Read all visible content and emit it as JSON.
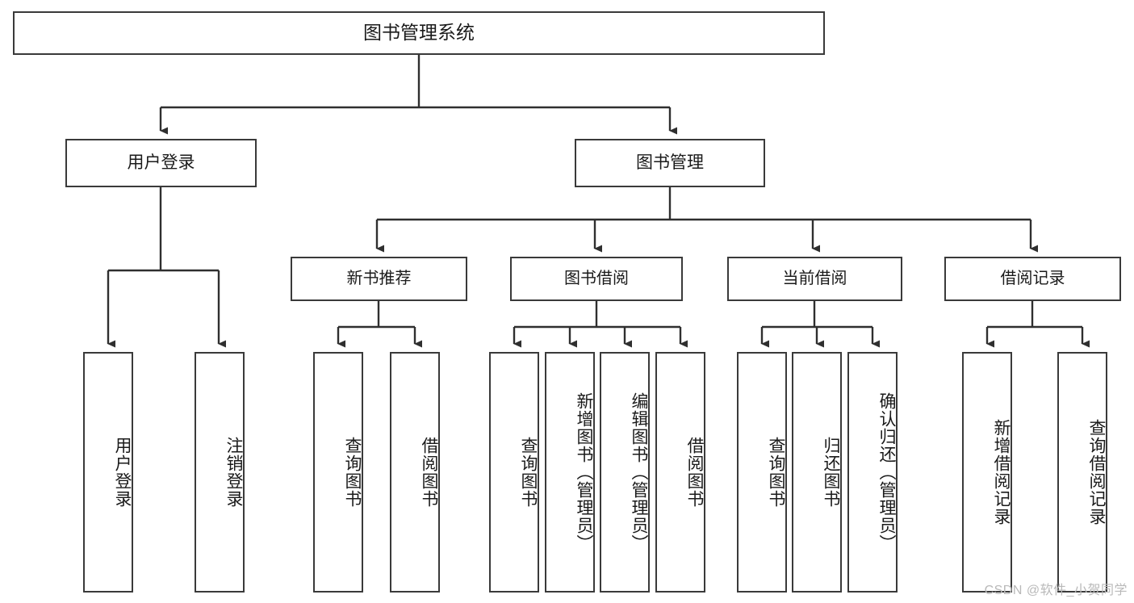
{
  "diagram": {
    "type": "tree-hierarchy",
    "title": "图书管理系统",
    "watermark": "CSDN @软件_小贺同学",
    "colors": {
      "box_border": "#3a3a3a",
      "box_fill": "#ffffff",
      "connector": "#2f2f2f",
      "text": "#1a1a1a",
      "watermark": "#b9b9b9"
    },
    "root": {
      "label": "图书管理系统"
    },
    "level2": [
      {
        "label": "用户登录"
      },
      {
        "label": "图书管理"
      }
    ],
    "level3": [
      {
        "label": "新书推荐"
      },
      {
        "label": "图书借阅"
      },
      {
        "label": "当前借阅"
      },
      {
        "label": "借阅记录"
      }
    ],
    "leaves": {
      "user_login": [
        {
          "label": "用户登录"
        },
        {
          "label": "注销登录"
        }
      ],
      "new_book_recommend": [
        {
          "label": "查询图书"
        },
        {
          "label": "借阅图书"
        }
      ],
      "book_borrow": [
        {
          "label": "查询图书"
        },
        {
          "label": "新增图书（管理员）"
        },
        {
          "label": "编辑图书（管理员）"
        },
        {
          "label": "借阅图书"
        }
      ],
      "current_borrow": [
        {
          "label": "查询图书"
        },
        {
          "label": "归还图书"
        },
        {
          "label": "确认归还（管理员）"
        }
      ],
      "borrow_record": [
        {
          "label": "新增借阅记录"
        },
        {
          "label": "查询借阅记录"
        }
      ]
    }
  }
}
